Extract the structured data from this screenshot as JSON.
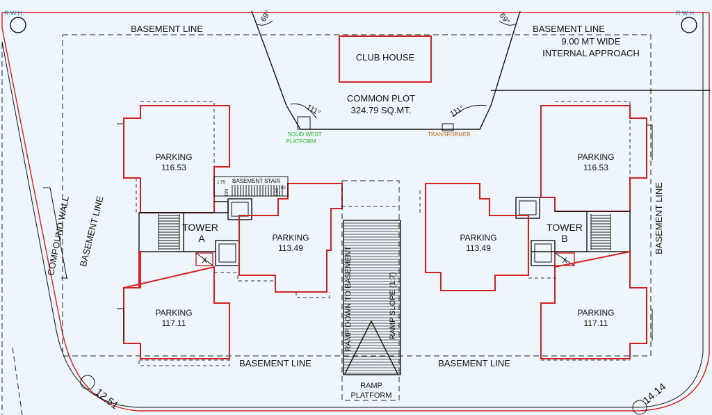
{
  "labels": {
    "rwh": "R.W.H.",
    "basement_line": "BASEMENT LINE",
    "club_house": "CLUB HOUSE",
    "approach_line1": "9.00 MT WIDE",
    "approach_line2": "INTERNAL APPROACH",
    "common_plot": "COMMON PLOT",
    "common_plot_area": "324.79 SQ.MT.",
    "angle_69": "69°",
    "angle_111": "111°",
    "solid_west_1": "SOLID WEST",
    "solid_west_2": "PLATFORM",
    "transformer": "TRANSFORMER",
    "parking": "PARKING",
    "tower_word": "TOWER",
    "tower_a_letter": "A",
    "tower_b_letter": "B",
    "basement_stair": "BASEMENT STAIR",
    "dn": "DN",
    "stair_dim_1": "1.75",
    "stair_dim_2": "50",
    "stair_dim_3": "1.50",
    "compound_wall": "COMPOUND WALL",
    "ramp_down": "RAMP DOWN TO BASEMENT",
    "ramp_slope": "RAMP SLOPE (1:7)",
    "ramp_platform_1": "RAMP",
    "ramp_platform_2": "PLATFORM",
    "dim_left": "12.51",
    "dim_right": "14.14",
    "cross": "X"
  },
  "parking_areas": {
    "a_top": "116.53",
    "a_mid": "113.49",
    "a_bottom": "117.11",
    "b_top": "116.53",
    "b_mid": "113.49",
    "b_bottom": "117.11"
  },
  "colors": {
    "background": "#eef6fc",
    "building_outline": "#d42020",
    "linework": "#111111",
    "rwh_label": "#1f7fc0",
    "solid_west_label": "#2db52d",
    "transformer_label": "#c8641e"
  }
}
